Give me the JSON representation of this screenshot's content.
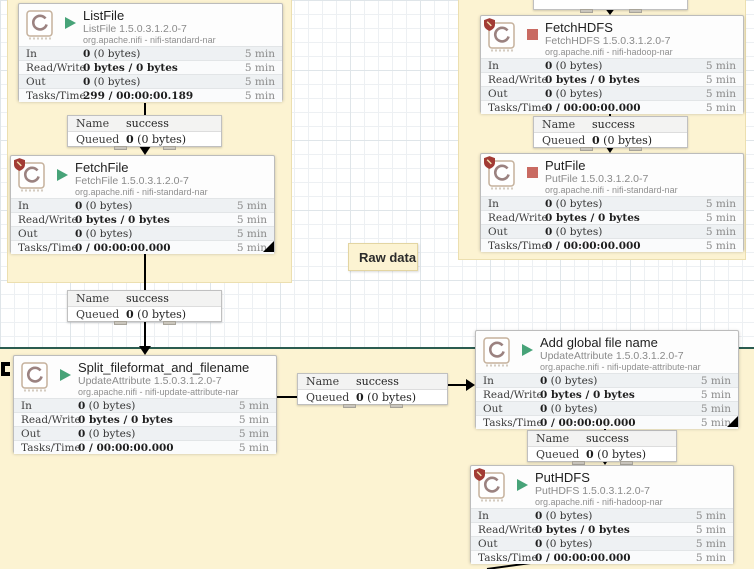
{
  "raw_data_label": "Raw data",
  "period": "5 min",
  "stats_labels": {
    "in": "In",
    "read_write": "Read/Write",
    "out": "Out",
    "tasks_time": "Tasks/Time"
  },
  "connection": {
    "name_label": "Name",
    "name_value": "success",
    "queued_label": "Queued",
    "queued_count": "0",
    "queued_size": "(0 bytes)"
  },
  "colors": {
    "running_green": "#47a378",
    "stopped_red": "#c96a62",
    "restricted_shield_red": "#a23b35",
    "label_cream": "#fcf3d2",
    "section_border_teal": "#2b5c50"
  },
  "processors": [
    {
      "name": "ListFile",
      "type": "ListFile 1.5.0.3.1.2.0-7",
      "bundle": "org.apache.nifi - nifi-standard-nar",
      "state": "running",
      "in_count": "0",
      "in_size": "(0 bytes)",
      "read_write": "0 bytes / 0 bytes",
      "out_count": "0",
      "out_size": "(0 bytes)",
      "tasks_time": "299 / 00:00:00.189"
    },
    {
      "name": "FetchHDFS",
      "type": "FetchHDFS 1.5.0.3.1.2.0-7",
      "bundle": "org.apache.nifi - nifi-hadoop-nar",
      "state": "stopped",
      "in_count": "0",
      "in_size": "(0 bytes)",
      "read_write": "0 bytes / 0 bytes",
      "out_count": "0",
      "out_size": "(0 bytes)",
      "tasks_time": "0 / 00:00:00.000"
    },
    {
      "name": "FetchFile",
      "type": "FetchFile 1.5.0.3.1.2.0-7",
      "bundle": "org.apache.nifi - nifi-standard-nar",
      "state": "running",
      "in_count": "0",
      "in_size": "(0 bytes)",
      "read_write": "0 bytes / 0 bytes",
      "out_count": "0",
      "out_size": "(0 bytes)",
      "tasks_time": "0 / 00:00:00.000"
    },
    {
      "name": "PutFile",
      "type": "PutFile 1.5.0.3.1.2.0-7",
      "bundle": "org.apache.nifi - nifi-standard-nar",
      "state": "stopped",
      "in_count": "0",
      "in_size": "(0 bytes)",
      "read_write": "0 bytes / 0 bytes",
      "out_count": "0",
      "out_size": "(0 bytes)",
      "tasks_time": "0 / 00:00:00.000"
    },
    {
      "name": "Split_fileformat_and_filename",
      "type": "UpdateAttribute 1.5.0.3.1.2.0-7",
      "bundle": "org.apache.nifi - nifi-update-attribute-nar",
      "state": "running",
      "in_count": "0",
      "in_size": "(0 bytes)",
      "read_write": "0 bytes / 0 bytes",
      "out_count": "0",
      "out_size": "(0 bytes)",
      "tasks_time": "0 / 00:00:00.000"
    },
    {
      "name": "Add global file name",
      "type": "UpdateAttribute 1.5.0.3.1.2.0-7",
      "bundle": "org.apache.nifi - nifi-update-attribute-nar",
      "state": "running",
      "in_count": "0",
      "in_size": "(0 bytes)",
      "read_write": "0 bytes / 0 bytes",
      "out_count": "0",
      "out_size": "(0 bytes)",
      "tasks_time": "0 / 00:00:00.000"
    },
    {
      "name": "PutHDFS",
      "type": "PutHDFS 1.5.0.3.1.2.0-7",
      "bundle": "org.apache.nifi - nifi-hadoop-nar",
      "state": "running",
      "in_count": "0",
      "in_size": "(0 bytes)",
      "read_write": "0 bytes / 0 bytes",
      "out_count": "0",
      "out_size": "(0 bytes)",
      "tasks_time": "0 / 00:00:00.000"
    }
  ]
}
